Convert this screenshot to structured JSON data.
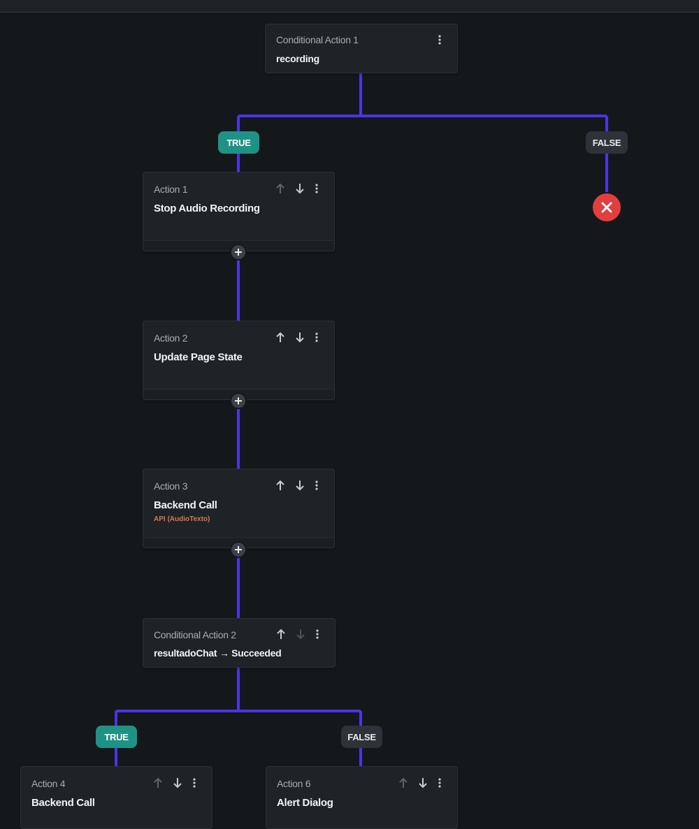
{
  "colors": {
    "background": "#14181b",
    "connector": "#4b35e6",
    "true_badge": "#1e9385",
    "false_badge": "#2d3338",
    "terminate": "#e23e3e",
    "subtitle": "#e0744f"
  },
  "conditional_1": {
    "label": "Conditional Action 1",
    "condition": "recording",
    "icon": "more-vertical-icon"
  },
  "branch_1": {
    "true_label": "TRUE",
    "false_label": "FALSE",
    "false_end_icon": "close-icon"
  },
  "action_1": {
    "label": "Action 1",
    "title": "Stop Audio Recording"
  },
  "action_2": {
    "label": "Action 2",
    "title": "Update Page State"
  },
  "action_3": {
    "label": "Action 3",
    "title": "Backend Call",
    "subtitle": "API (AudioTexto)"
  },
  "conditional_2": {
    "label": "Conditional Action 2",
    "condition": "resultadoChat → Succeeded"
  },
  "branch_2": {
    "true_label": "TRUE",
    "false_label": "FALSE"
  },
  "action_4": {
    "label": "Action 4",
    "title": "Backend Call"
  },
  "action_6": {
    "label": "Action 6",
    "title": "Alert Dialog"
  },
  "controls": {
    "move_up_icon": "arrow-up-icon",
    "move_down_icon": "arrow-down-icon",
    "menu_icon": "more-vertical-icon",
    "add_icon": "plus-icon"
  }
}
